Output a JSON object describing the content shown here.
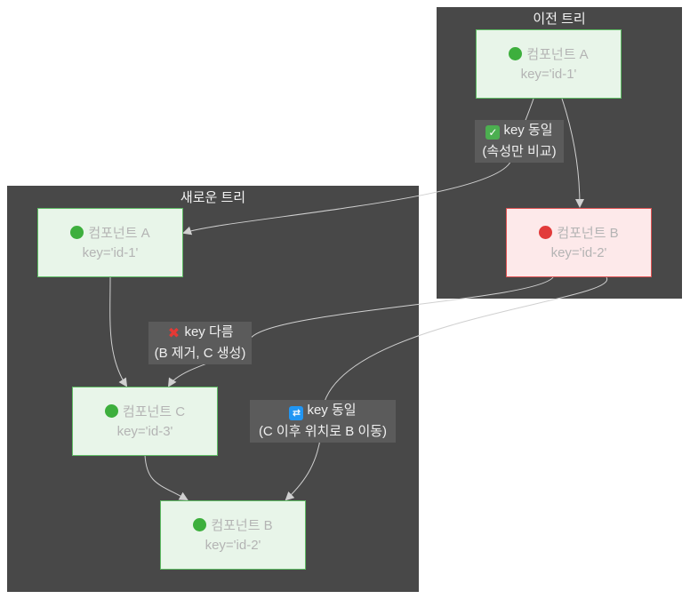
{
  "clusters": {
    "old_tree": {
      "title": "이전 트리"
    },
    "new_tree": {
      "title": "새로운 트리"
    }
  },
  "nodes": {
    "old_a": {
      "label": "컴포넌트 A",
      "key": "key='id-1'",
      "status_icon": "green-circle-icon"
    },
    "old_b": {
      "label": "컴포넌트 B",
      "key": "key='id-2'",
      "status_icon": "red-circle-icon"
    },
    "new_a": {
      "label": "컴포넌트 A",
      "key": "key='id-1'",
      "status_icon": "green-circle-icon"
    },
    "new_c": {
      "label": "컴포넌트 C",
      "key": "key='id-3'",
      "status_icon": "green-circle-icon"
    },
    "new_b": {
      "label": "컴포넌트 B",
      "key": "key='id-2'",
      "status_icon": "green-circle-icon"
    }
  },
  "edge_labels": {
    "same_key_a": {
      "icon": "check-icon",
      "line1": "key 동일",
      "line2": "(속성만 비교)"
    },
    "diff_key": {
      "icon": "cross-icon",
      "line1": "key 다름",
      "line2": "(B 제거, C 생성)"
    },
    "same_key_b": {
      "icon": "swap-icon",
      "line1": "key 동일",
      "line2": "(C 이후 위치로 B 이동)"
    }
  },
  "colors": {
    "cluster_bg": "#484848",
    "node_green_fill": "#e8f5e9",
    "node_green_border": "#5dbb63",
    "node_red_fill": "#fde9ea",
    "node_red_border": "#e05252",
    "edge": "#d0d0d0"
  }
}
